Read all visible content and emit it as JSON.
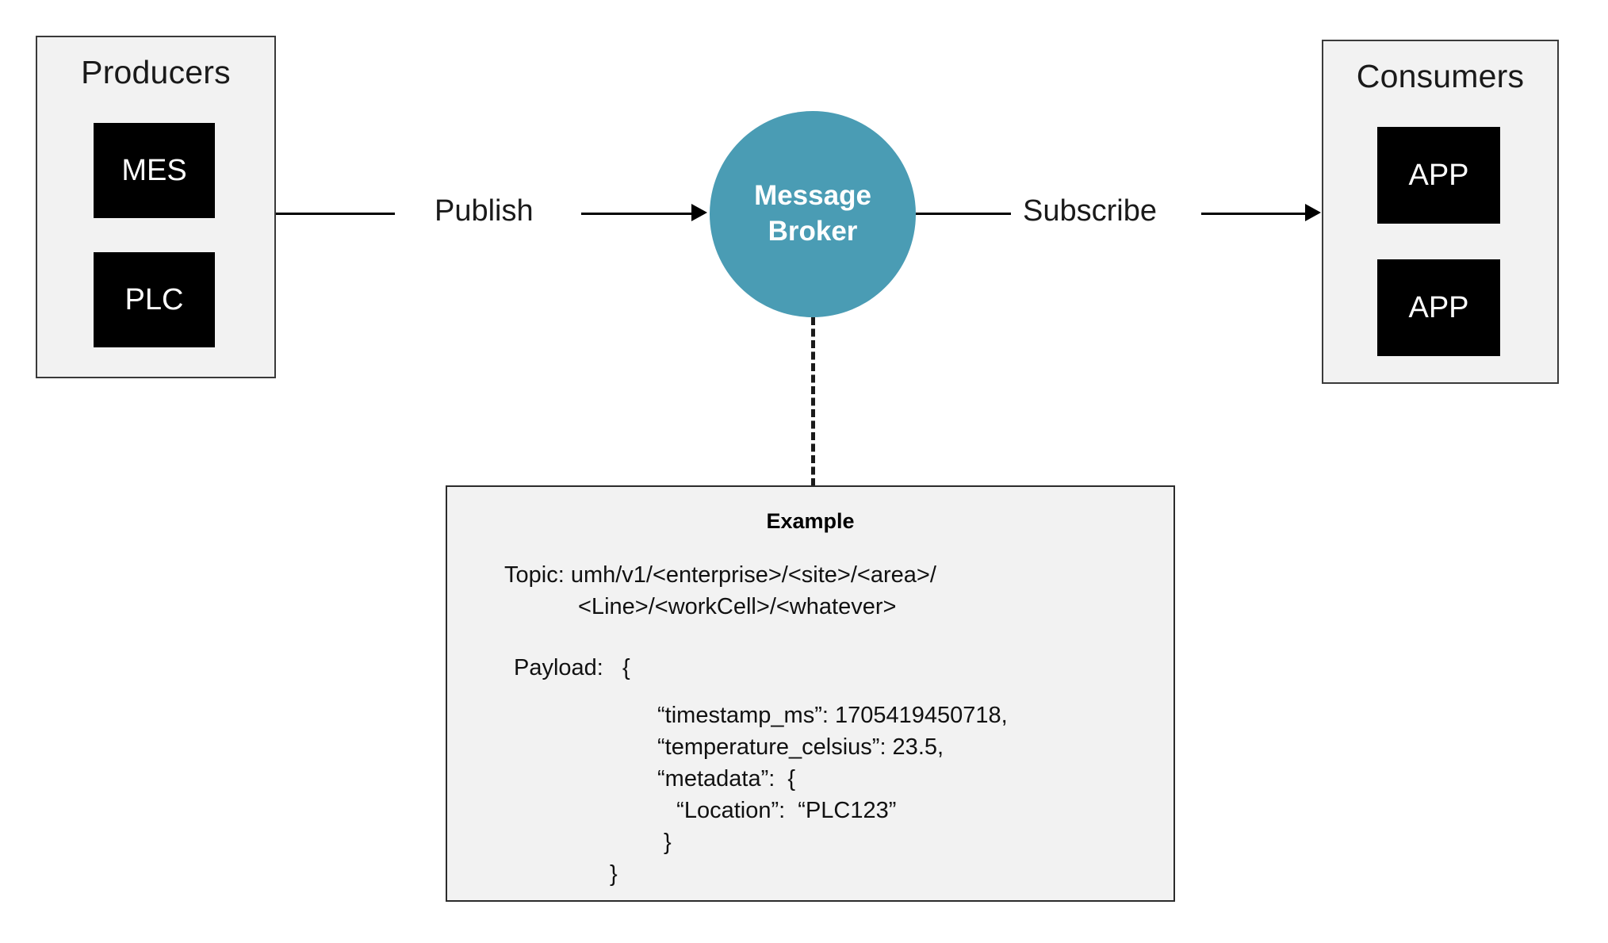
{
  "diagram": {
    "title": "Message Broker publish/subscribe architecture",
    "accent_color": "#4A9CB4",
    "panel_fill": "#F2F2F2",
    "tile_fill": "#000000",
    "line_color": "#000000"
  },
  "producers": {
    "title": "Producers",
    "nodes": [
      {
        "label": "MES",
        "name": "mes"
      },
      {
        "label": "PLC",
        "name": "plc"
      }
    ]
  },
  "broker": {
    "line1": "Message",
    "line2": "Broker"
  },
  "consumers": {
    "title": "Consumers",
    "nodes": [
      {
        "label": "APP",
        "name": "app-1"
      },
      {
        "label": "APP",
        "name": "app-2"
      }
    ]
  },
  "edges": {
    "publish_label": "Publish",
    "subscribe_label": "Subscribe"
  },
  "example": {
    "title": "Example",
    "topic_line_1": "Topic: umh/v1/<enterprise>/<site>/<area>/",
    "topic_line_2": "<Line>/<workCell>/<whatever>",
    "payload_open": "Payload:   {",
    "payload_lines": [
      "“timestamp_ms”: 1705419450718,",
      "“temperature_celsius”: 23.5,",
      "“metadata”:  {",
      "   “Location”:  “PLC123”",
      " }"
    ],
    "payload_close": "}"
  }
}
